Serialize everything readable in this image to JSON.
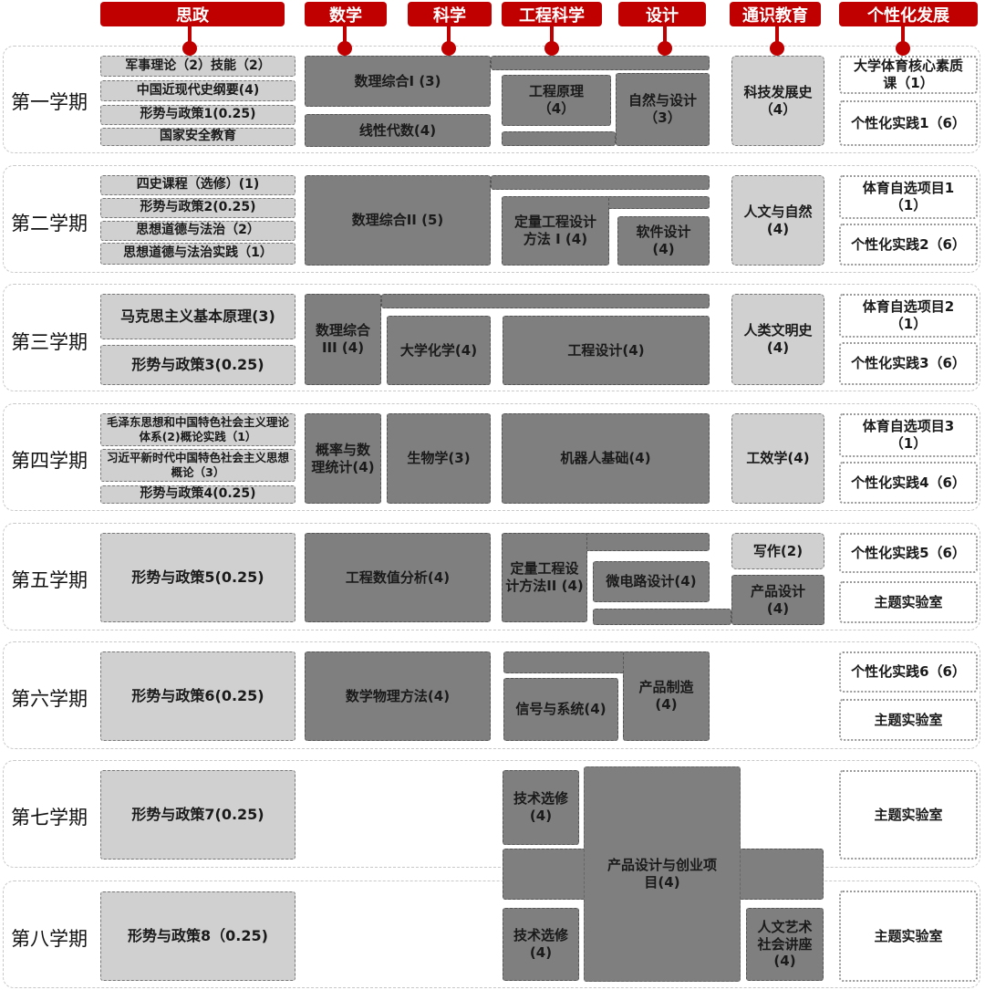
{
  "headers": [
    {
      "label": "思政",
      "color": "#c00000"
    },
    {
      "label": "数学",
      "color": "#c00000"
    },
    {
      "label": "科学",
      "color": "#c00000"
    },
    {
      "label": "工程科学",
      "color": "#c00000"
    },
    {
      "label": "设计",
      "color": "#c00000"
    },
    {
      "label": "通识教育",
      "color": "#c00000"
    },
    {
      "label": "个性化发展",
      "color": "#c00000"
    }
  ],
  "semesters": [
    "第一学期",
    "第二学期",
    "第三学期",
    "第四学期",
    "第五学期",
    "第六学期",
    "第七学期",
    "第八学期"
  ],
  "s1": {
    "sz": [
      "军事理论（2）技能（2）",
      "中国近现代史纲要(4)",
      "形势与政策1(0.25)",
      "国家安全教育"
    ],
    "math1": "数理综合I (3)",
    "linear": "线性代数(4)",
    "eng_principle": "工程原理（4）",
    "nature_design": "自然与设计（3）",
    "gen": "科技发展史（4）",
    "pe": "大学体育核心素质课（1）",
    "practice": "个性化实践1（6）"
  },
  "s2": {
    "sz": [
      "四史课程（选修）(1)",
      "形势与政策2(0.25)",
      "思想道德与法治（2）",
      "思想道德与法治实践（1）"
    ],
    "math2": "数理综合II (5)",
    "qedm1": "定量工程设计方法 I (4)",
    "software": "软件设计(4)",
    "gen": "人文与自然(4)",
    "pe": "体育自选项目1（1）",
    "practice": "个性化实践2（6）"
  },
  "s3": {
    "sz": [
      "马克思主义基本原理(3)",
      "形势与政策3(0.25)"
    ],
    "math3": "数理综合III (4)",
    "chem": "大学化学(4)",
    "eng_design": "工程设计(4)",
    "gen": "人类文明史(4)",
    "pe": "体育自选项目2（1）",
    "practice": "个性化实践3（6）"
  },
  "s4": {
    "sz": [
      "毛泽东思想和中国特色社会主义理论体系(2)概论实践（1）",
      "习近平新时代中国特色社会主义思想概论（3）",
      "形势与政策4(0.25)"
    ],
    "prob": "概率与数理统计(4)",
    "bio": "生物学(3)",
    "robot": "机器人基础(4)",
    "gen": "工效学(4)",
    "pe": "体育自选项目3（1）",
    "practice": "个性化实践4（6）"
  },
  "s5": {
    "sz": "形势与政策5(0.25)",
    "numeric": "工程数值分析(4)",
    "qedm2": "定量工程设计方法II (4)",
    "micro": "微电路设计(4)",
    "writing": "写作(2)",
    "product_design": "产品设计(4)",
    "practice": "个性化实践5（6）",
    "lab": "主题实验室"
  },
  "s6": {
    "sz": "形势与政策6(0.25)",
    "math_phys": "数学物理方法(4)",
    "signal": "信号与系统(4)",
    "manufacture": "产品制造(4)",
    "practice": "个性化实践6（6）",
    "lab": "主题实验室"
  },
  "s7": {
    "sz": "形势与政策7(0.25)",
    "tech_elective": "技术选修(4)",
    "lab": "主题实验室"
  },
  "s8": {
    "sz": "形势与政策8（0.25)",
    "tech_elective": "技术选修(4)",
    "lecture": "人文艺术社会讲座(4)",
    "lab": "主题实验室"
  },
  "capstone": "产品设计与创业项目(4)"
}
